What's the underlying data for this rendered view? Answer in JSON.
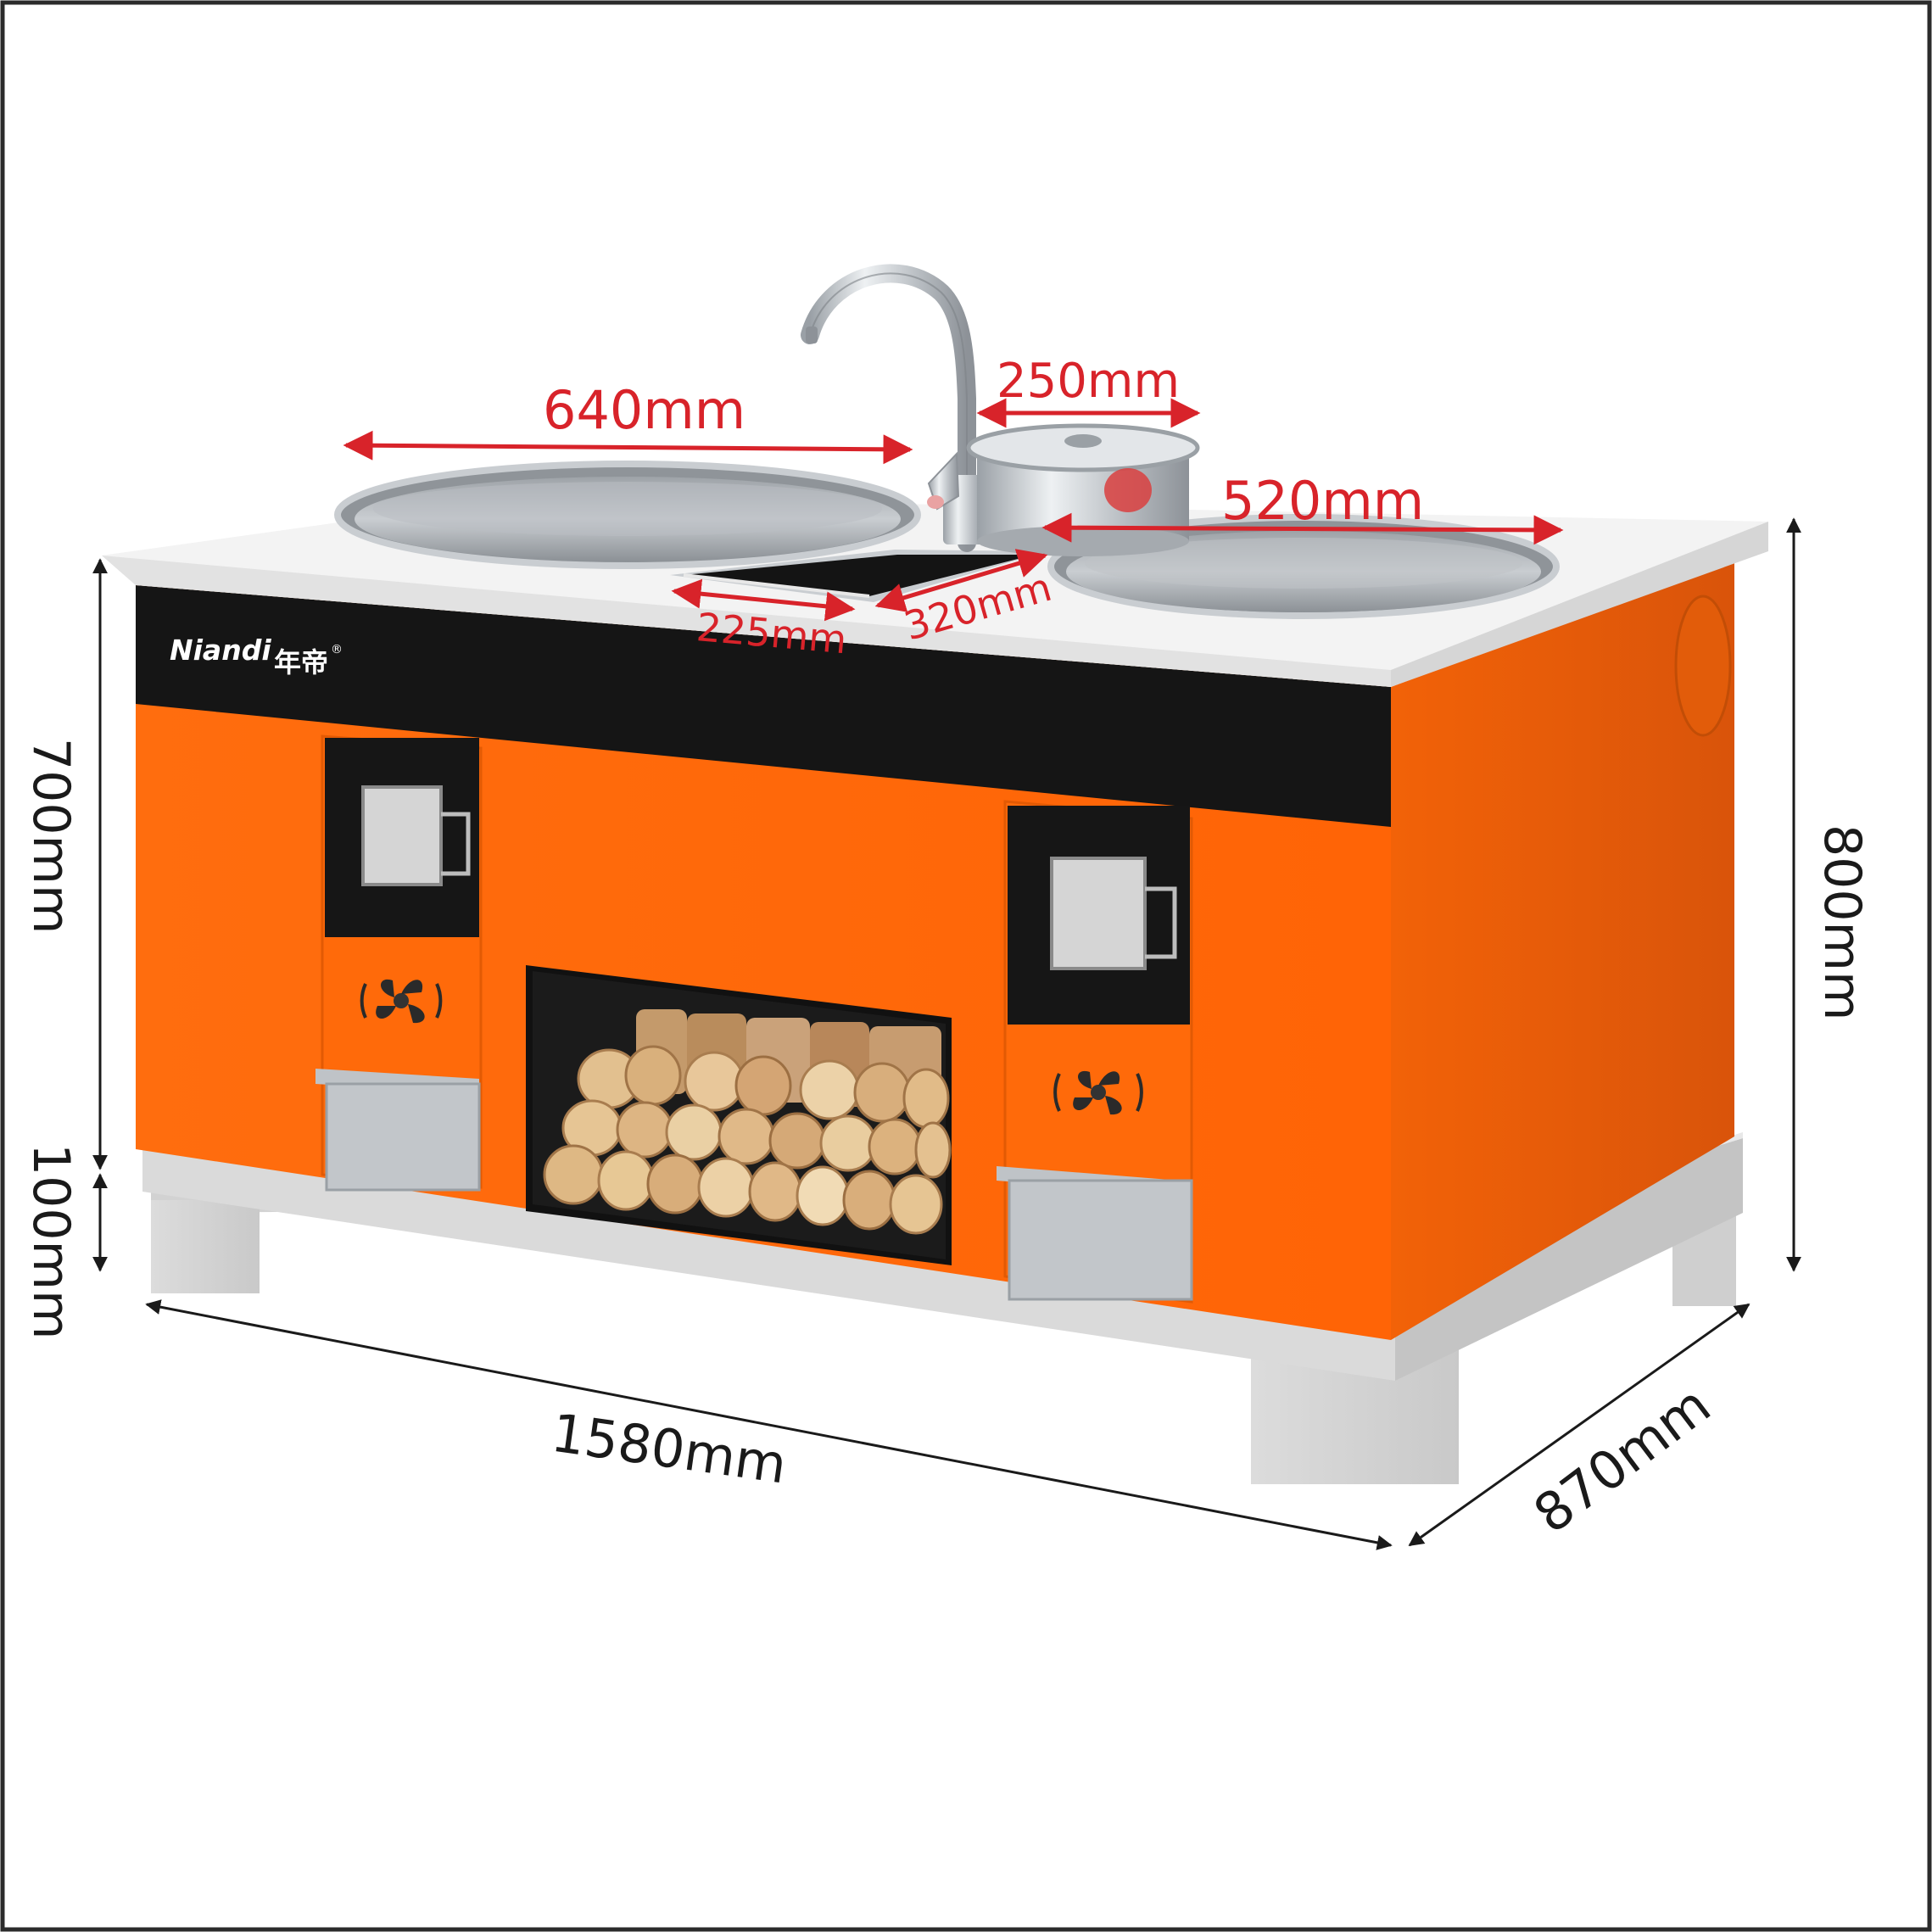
{
  "brand": {
    "latin": "Niandi",
    "chinese": "年帝",
    "registered": "®"
  },
  "dimensions": {
    "large_wok": "640mm",
    "pot": "250mm",
    "small_wok": "520mm",
    "sink_width": "225mm",
    "sink_depth": "320mm",
    "body_height": "700mm",
    "leg_height": "100mm",
    "total_height": "800mm",
    "length": "1580mm",
    "depth": "870mm"
  },
  "colors": {
    "cabinet_orange": "#ff6a0a",
    "panel_black": "#151515",
    "countertop": "#f2f2f2",
    "dimension_red": "#d8232a",
    "frame_border": "#2b2b2b"
  }
}
